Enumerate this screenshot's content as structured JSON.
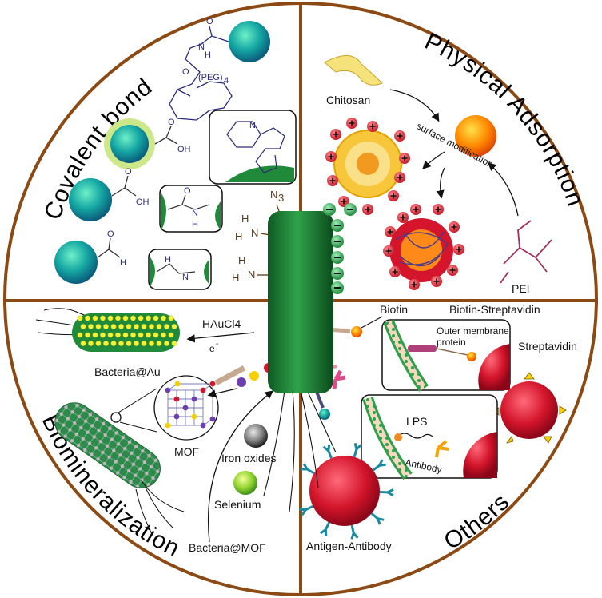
{
  "quadrants": {
    "covalent": {
      "title": "Covalent bond",
      "peg_label": "(PEG)",
      "peg_sub": "4",
      "oh_1": "OH",
      "oh_2": "OH",
      "h_label": "H",
      "nh_label": "N",
      "nh_h": "H",
      "n_label": "N",
      "n3_label": "N",
      "n3_sub": "3",
      "amine_h1": "H",
      "amine_n1": "N",
      "amine_h2": "H",
      "amine_h3": "H",
      "amine_n2": "N",
      "amine_h4": "H",
      "nh_top": "N",
      "nh_top_h": "H",
      "o_top1": "O",
      "o_top2": "O",
      "o_acid": "O",
      "o_acid2": "O",
      "o_ald": "O",
      "o_amide": "O",
      "triazole_n": "N"
    },
    "physical": {
      "title": "Physical Adsorption",
      "chitosan": "Chitosan",
      "surface": "surface modification",
      "pei": "PEI"
    },
    "biomin": {
      "title": "Biomineralization",
      "haucl4": "HAuCl4",
      "electron": "e",
      "electron_sup": "-",
      "bact_au": "Bacteria@Au",
      "mof": "MOF",
      "iron": "Iron oxides",
      "selenium": "Selenium",
      "bact_mof": "Bacteria@MOF"
    },
    "others": {
      "title": "Others",
      "biotin": "Biotin",
      "biotin_strep": "Biotin-Streptavidin",
      "outer_membrane": "Outer membrane",
      "protein": "protein",
      "streptavidin": "Streptavidin",
      "lps": "LPS",
      "antibody": "Antibody",
      "antigen_antibody": "Antigen-Antibody"
    }
  },
  "colors": {
    "border": "#8b4a14",
    "bacteria": "#1f8a3a",
    "bead_teal": "#1aa6a6",
    "red_sphere": "#d4152b",
    "orange": "#f5a300"
  }
}
